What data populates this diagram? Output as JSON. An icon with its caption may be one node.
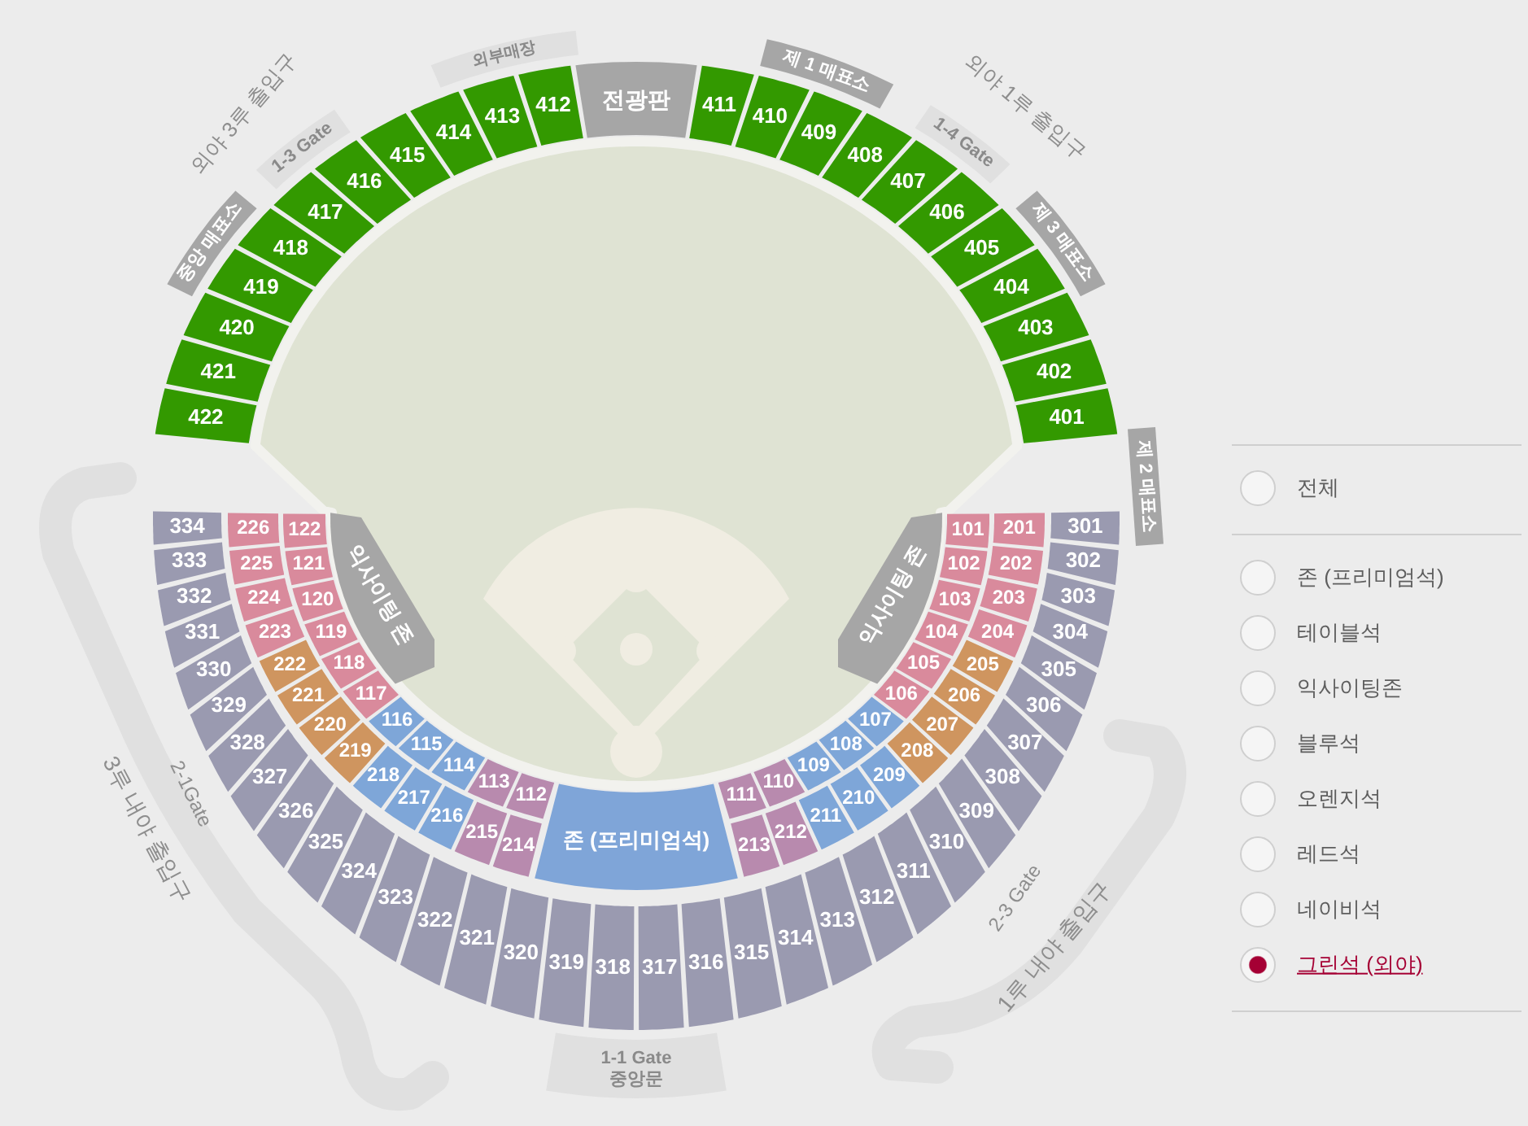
{
  "diagram": {
    "nodes": [
      {
        "text": [
          "외부매장"
        ]
      },
      {
        "text": [
          "제 1 매표소"
        ]
      },
      {
        "text": [
          "1-3 Gate"
        ]
      },
      {
        "text": [
          "1-4 Gate"
        ]
      },
      {
        "text": [
          "중앙 매표소"
        ]
      },
      {
        "text": [
          "제 3 매표소"
        ]
      },
      {
        "text": [
          "제 2 매표소"
        ]
      },
      {
        "text": [
          "전광판"
        ]
      },
      {
        "text": [
          "401"
        ]
      },
      {
        "text": [
          "402"
        ]
      },
      {
        "text": [
          "403"
        ]
      },
      {
        "text": [
          "404"
        ]
      },
      {
        "text": [
          "405"
        ]
      },
      {
        "text": [
          "406"
        ]
      },
      {
        "text": [
          "407"
        ]
      },
      {
        "text": [
          "408"
        ]
      },
      {
        "text": [
          "409"
        ]
      },
      {
        "text": [
          "410"
        ]
      },
      {
        "text": [
          "411"
        ]
      },
      {
        "text": [
          "412"
        ]
      },
      {
        "text": [
          "413"
        ]
      },
      {
        "text": [
          "414"
        ]
      },
      {
        "text": [
          "415"
        ]
      },
      {
        "text": [
          "416"
        ]
      },
      {
        "text": [
          "417"
        ]
      },
      {
        "text": [
          "418"
        ]
      },
      {
        "text": [
          "419"
        ]
      },
      {
        "text": [
          "420"
        ]
      },
      {
        "text": [
          "421"
        ]
      },
      {
        "text": [
          "422"
        ]
      },
      {
        "text": [
          "익사이팅 존"
        ]
      },
      {
        "text": [
          "익사이팅 존"
        ]
      },
      {
        "text": [
          "101"
        ]
      },
      {
        "text": [
          "102"
        ]
      },
      {
        "text": [
          "103"
        ]
      },
      {
        "text": [
          "104"
        ]
      },
      {
        "text": [
          "105"
        ]
      },
      {
        "text": [
          "106"
        ]
      },
      {
        "text": [
          "107"
        ]
      },
      {
        "text": [
          "108"
        ]
      },
      {
        "text": [
          "109"
        ]
      },
      {
        "text": [
          "110"
        ]
      },
      {
        "text": [
          "111"
        ]
      },
      {
        "text": [
          "112"
        ]
      },
      {
        "text": [
          "113"
        ]
      },
      {
        "text": [
          "114"
        ]
      },
      {
        "text": [
          "115"
        ]
      },
      {
        "text": [
          "116"
        ]
      },
      {
        "text": [
          "117"
        ]
      },
      {
        "text": [
          "118"
        ]
      },
      {
        "text": [
          "119"
        ]
      },
      {
        "text": [
          "120"
        ]
      },
      {
        "text": [
          "121"
        ]
      },
      {
        "text": [
          "122"
        ]
      },
      {
        "text": [
          "존 (프리미엄석)"
        ]
      },
      {
        "text": [
          "201"
        ]
      },
      {
        "text": [
          "202"
        ]
      },
      {
        "text": [
          "203"
        ]
      },
      {
        "text": [
          "204"
        ]
      },
      {
        "text": [
          "205"
        ]
      },
      {
        "text": [
          "206"
        ]
      },
      {
        "text": [
          "207"
        ]
      },
      {
        "text": [
          "208"
        ]
      },
      {
        "text": [
          "209"
        ]
      },
      {
        "text": [
          "210"
        ]
      },
      {
        "text": [
          "211"
        ]
      },
      {
        "text": [
          "212"
        ]
      },
      {
        "text": [
          "213"
        ]
      },
      {
        "text": [
          "214"
        ]
      },
      {
        "text": [
          "215"
        ]
      },
      {
        "text": [
          "216"
        ]
      },
      {
        "text": [
          "217"
        ]
      },
      {
        "text": [
          "218"
        ]
      },
      {
        "text": [
          "219"
        ]
      },
      {
        "text": [
          "220"
        ]
      },
      {
        "text": [
          "221"
        ]
      },
      {
        "text": [
          "222"
        ]
      },
      {
        "text": [
          "223"
        ]
      },
      {
        "text": [
          "224"
        ]
      },
      {
        "text": [
          "225"
        ]
      },
      {
        "text": [
          "226"
        ]
      },
      {
        "text": [
          "301"
        ]
      },
      {
        "text": [
          "302"
        ]
      },
      {
        "text": [
          "303"
        ]
      },
      {
        "text": [
          "304"
        ]
      },
      {
        "text": [
          "305"
        ]
      },
      {
        "text": [
          "306"
        ]
      },
      {
        "text": [
          "307"
        ]
      },
      {
        "text": [
          "308"
        ]
      },
      {
        "text": [
          "309"
        ]
      },
      {
        "text": [
          "310"
        ]
      },
      {
        "text": [
          "311"
        ]
      },
      {
        "text": [
          "312"
        ]
      },
      {
        "text": [
          "313"
        ]
      },
      {
        "text": [
          "314"
        ]
      },
      {
        "text": [
          "315"
        ]
      },
      {
        "text": [
          "316"
        ]
      },
      {
        "text": [
          "317"
        ]
      },
      {
        "text": [
          "318"
        ]
      },
      {
        "text": [
          "319"
        ]
      },
      {
        "text": [
          "320"
        ]
      },
      {
        "text": [
          "321"
        ]
      },
      {
        "text": [
          "322"
        ]
      },
      {
        "text": [
          "323"
        ]
      },
      {
        "text": [
          "324"
        ]
      },
      {
        "text": [
          "325"
        ]
      },
      {
        "text": [
          "326"
        ]
      },
      {
        "text": [
          "327"
        ]
      },
      {
        "text": [
          "328"
        ]
      },
      {
        "text": [
          "329"
        ]
      },
      {
        "text": [
          "330"
        ]
      },
      {
        "text": [
          "331"
        ]
      },
      {
        "text": [
          "332"
        ]
      },
      {
        "text": [
          "333"
        ]
      },
      {
        "text": [
          "334"
        ]
      },
      {
        "text": [
          "1-1 Gate 중앙문"
        ]
      }
    ],
    "labels": [
      "외야 3루 출입구",
      "외야 1루 출입구",
      "2-1Gate",
      "3루 내야 출입구",
      "2-3 Gate",
      "1루 내야 출입구"
    ],
    "legend": [
      {
        "text": "전체"
      },
      {
        "text": "존 (프리미엄석)"
      },
      {
        "text": "테이블석"
      },
      {
        "text": "익사이팅존"
      },
      {
        "text": "블루석"
      },
      {
        "text": "오렌지석"
      },
      {
        "text": "레드석"
      },
      {
        "text": "네이비석"
      },
      {
        "text": "그린석 (외야)",
        "color": "#a50034"
      }
    ]
  }
}
